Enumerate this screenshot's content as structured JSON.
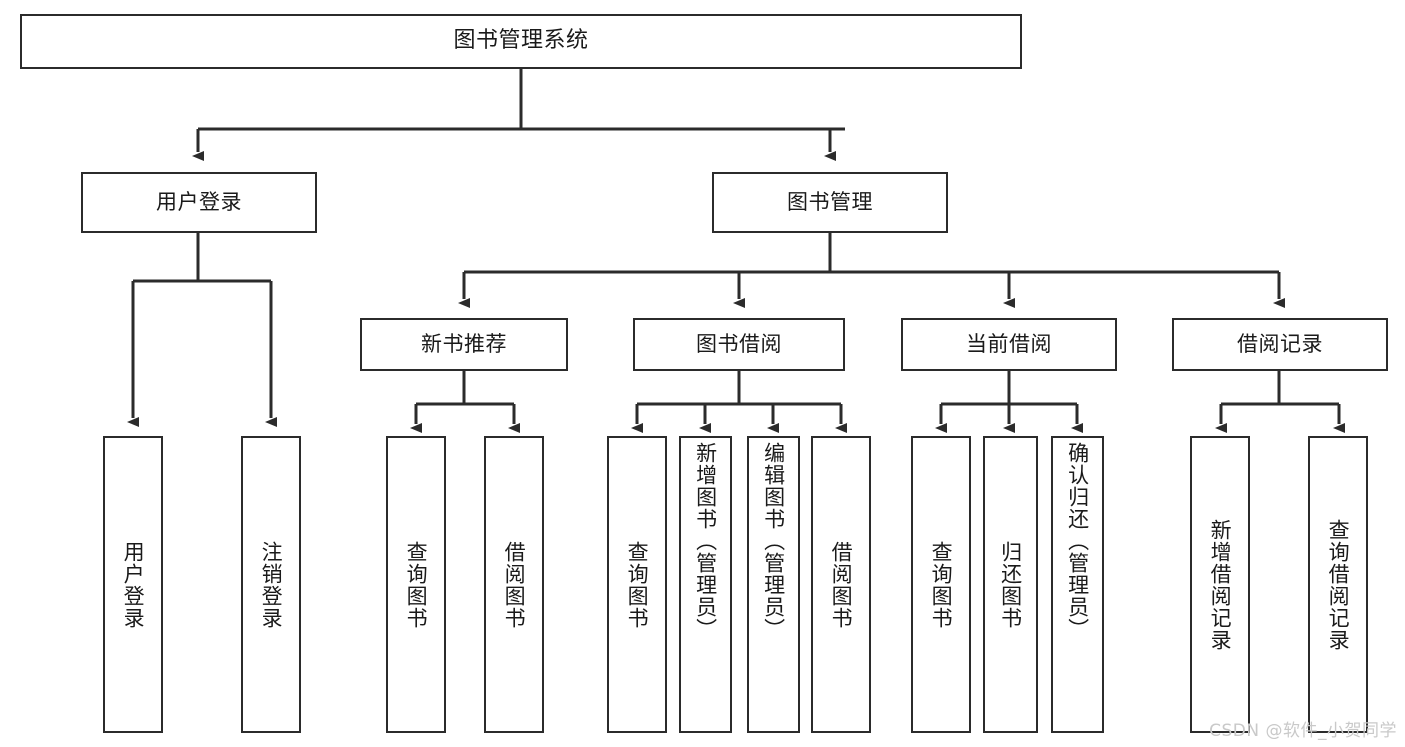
{
  "diagram": {
    "title": "图书管理系统",
    "type": "tree",
    "orientation": "top-down",
    "colors": {
      "node_border": "#2b2b2b",
      "node_fill": "#ffffff",
      "edge": "#2b2b2b",
      "text": "#1a1a1a",
      "watermark": "#c9c9c9"
    },
    "watermark": "CSDN @软件_小贺同学",
    "levels": {
      "root": {
        "label": "图书管理系统"
      },
      "level2": [
        {
          "id": "user-login",
          "label": "用户登录"
        },
        {
          "id": "book-management",
          "label": "图书管理"
        }
      ],
      "level3": [
        {
          "id": "new-book-recommend",
          "label": "新书推荐",
          "parent": "book-management"
        },
        {
          "id": "book-borrow",
          "label": "图书借阅",
          "parent": "book-management"
        },
        {
          "id": "current-borrow",
          "label": "当前借阅",
          "parent": "book-management"
        },
        {
          "id": "borrow-record",
          "label": "借阅记录",
          "parent": "book-management"
        }
      ],
      "leaves": [
        {
          "id": "leaf-user-login",
          "label": "用户登录",
          "parent": "user-login"
        },
        {
          "id": "leaf-logout-login",
          "label": "注销登录",
          "parent": "user-login"
        },
        {
          "id": "leaf-query-book-1",
          "label": "查询图书",
          "parent": "new-book-recommend"
        },
        {
          "id": "leaf-borrow-book-1",
          "label": "借阅图书",
          "parent": "new-book-recommend"
        },
        {
          "id": "leaf-query-book-2",
          "label": "查询图书",
          "parent": "book-borrow"
        },
        {
          "id": "leaf-add-book",
          "label": "新增图书（管理员）",
          "parent": "book-borrow"
        },
        {
          "id": "leaf-edit-book",
          "label": "编辑图书（管理员）",
          "parent": "book-borrow"
        },
        {
          "id": "leaf-borrow-book-2",
          "label": "借阅图书",
          "parent": "book-borrow"
        },
        {
          "id": "leaf-query-book-3",
          "label": "查询图书",
          "parent": "current-borrow"
        },
        {
          "id": "leaf-return-book",
          "label": "归还图书",
          "parent": "current-borrow"
        },
        {
          "id": "leaf-confirm-return",
          "label": "确认归还（管理员）",
          "parent": "current-borrow"
        },
        {
          "id": "leaf-add-record",
          "label": "新增借阅记录",
          "parent": "borrow-record"
        },
        {
          "id": "leaf-query-record",
          "label": "查询借阅记录",
          "parent": "borrow-record"
        }
      ]
    }
  }
}
